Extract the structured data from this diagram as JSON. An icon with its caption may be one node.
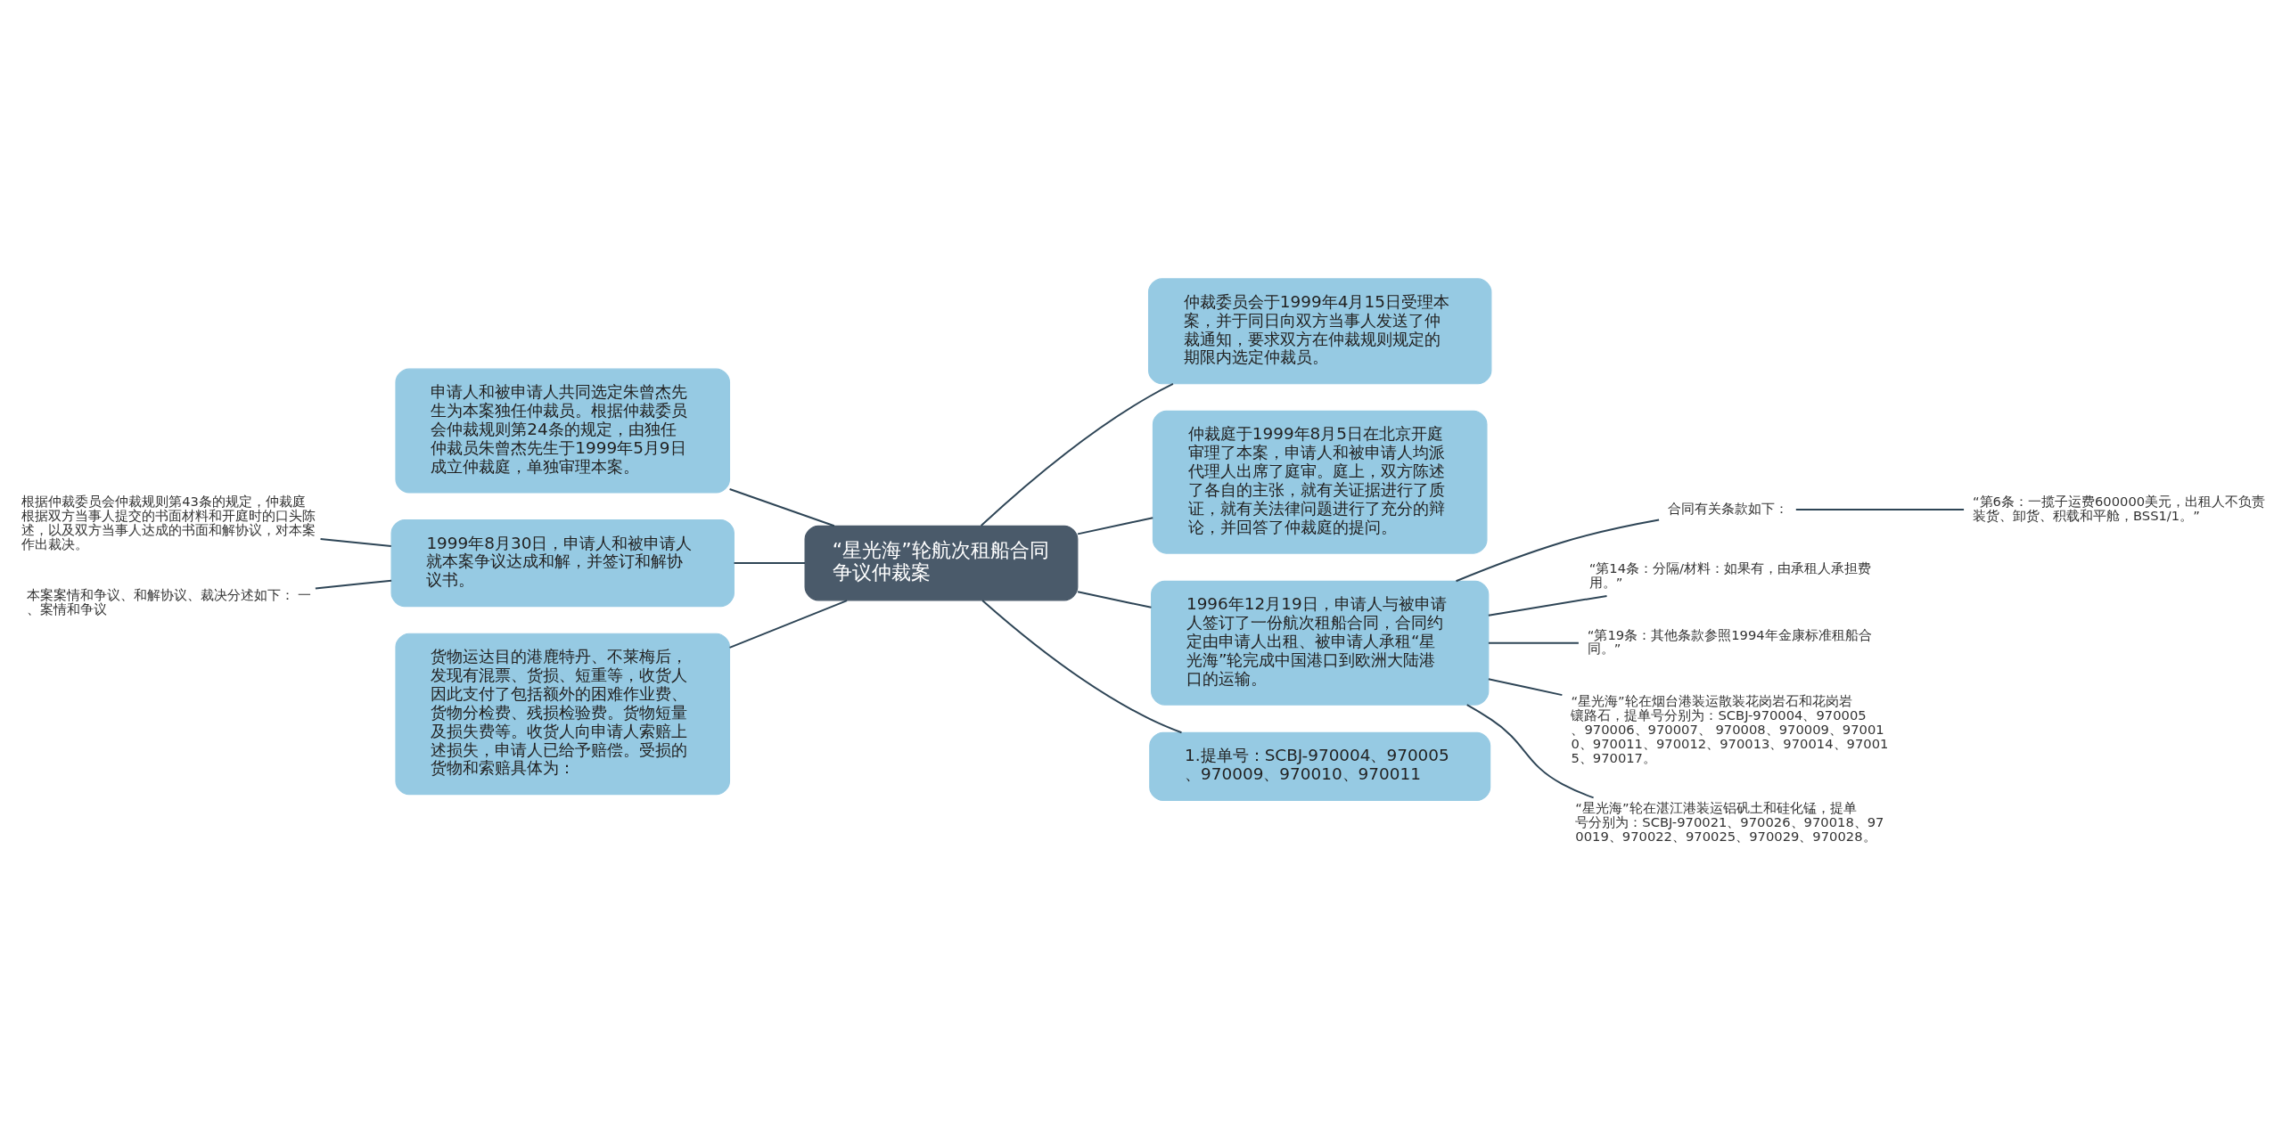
{
  "diagram": {
    "nodes": [
      {
        "text": [
          "“星光海”轮航次租船合同争议仲裁案"
        ]
      },
      {
        "text": [
          "仲裁委员会于1999年4月15日受理本案，并于同日向双方当事人发送了仲裁通知，要求双方在仲裁规则规定的期限内选定仲裁员。"
        ]
      },
      {
        "text": [
          "仲裁庭于1999年8月5日在北京开庭审理了本案，申请人和被申请人均派代理人出席了庭审。庭上，双方陈述了各自的主张，就有关证据进行了质证，就有关法律问题进行了充分的辩论，并回答了仲裁庭的提问。"
        ]
      },
      {
        "text": [
          "1996年12月19日，申请人与被申请人签订了一份航次租船合同，合同约定由申请人出租、被申请人承租“星光海”轮完成中国港口到欧洲大陆港口的运输。"
        ]
      },
      {
        "text": [
          "合同有关条款如下："
        ]
      },
      {
        "text": [
          "“第6条：一揽子运费600000美元，出租人不负责装货、卸货、积载和平舱，BSS1/1。”"
        ]
      },
      {
        "text": [
          "“第14条：分隔/材料：如果有，由承租人承担费用。”"
        ]
      },
      {
        "text": [
          "“第19条：其他条款参照1994年金康标准租船合同。”"
        ]
      },
      {
        "text": [
          "“星光海”轮在烟台港装运散装花岗岩石和花岗岩镶路石，提单号分别为：SCBJ-970004、970005、970006、970007、 970008、970009、970010、970011、970012、970013、970014、970015、970017。"
        ]
      },
      {
        "text": [
          "“星光海”轮在湛江港装运铝矾土和硅化锰，提单号分别为：SCBJ-970021、970026、970018、970019、970022、970025、970029、970028。"
        ]
      },
      {
        "text": [
          "1.提单号：SCBJ-970004、970005、970009、970010、970011"
        ]
      },
      {
        "text": [
          "申请人和被申请人共同选定朱曾杰先生为本案独任仲裁员。根据仲裁委员会仲裁规则第24条的规定，由独任仲裁员朱曾杰先生于1999年5月9日成立仲裁庭，单独审理本案。"
        ]
      },
      {
        "text": [
          "1999年8月30日，申请人和被申请人就本案争议达成和解，并签订和解协议书。"
        ]
      },
      {
        "text": [
          "根据仲裁委员会仲裁规则第43条的规定，仲裁庭根据双方当事人提交的书面材料和开庭时的口头陈述，以及双方当事人达成的书面和解协议，对本案作出裁决。"
        ]
      },
      {
        "text": [
          "本案案情和争议、和解协议、裁决分述如下： 一、案情和争议"
        ]
      },
      {
        "text": [
          "货物运达目的港鹿特丹、不莱梅后，发现有混票、货损、短重等，收货人因此支付了包括额外的困难作业费、货物分检费、残损检验费。货物短量及损失费等。收货人向申请人索赔上述损失，申请人已给予赔偿。受损的货物和索赔具体为："
        ]
      }
    ],
    "edges": [
      {
        "from": 0,
        "to": 1,
        "arrow": "none"
      },
      {
        "from": 0,
        "to": 2,
        "arrow": "none"
      },
      {
        "from": 0,
        "to": 3,
        "arrow": "none"
      },
      {
        "from": 3,
        "to": 4,
        "arrow": "none"
      },
      {
        "from": 4,
        "to": 5,
        "arrow": "none"
      },
      {
        "from": 3,
        "to": 6,
        "arrow": "none"
      },
      {
        "from": 3,
        "to": 7,
        "arrow": "none"
      },
      {
        "from": 3,
        "to": 8,
        "arrow": "none"
      },
      {
        "from": 3,
        "to": 9,
        "arrow": "none"
      },
      {
        "from": 0,
        "to": 10,
        "arrow": "none"
      },
      {
        "from": 11,
        "to": 0,
        "arrow": "none"
      },
      {
        "from": 12,
        "to": 0,
        "arrow": "none"
      },
      {
        "from": 13,
        "to": 12,
        "arrow": "none"
      },
      {
        "from": 14,
        "to": 12,
        "arrow": "none"
      },
      {
        "from": 15,
        "to": 0,
        "arrow": "none"
      }
    ]
  }
}
